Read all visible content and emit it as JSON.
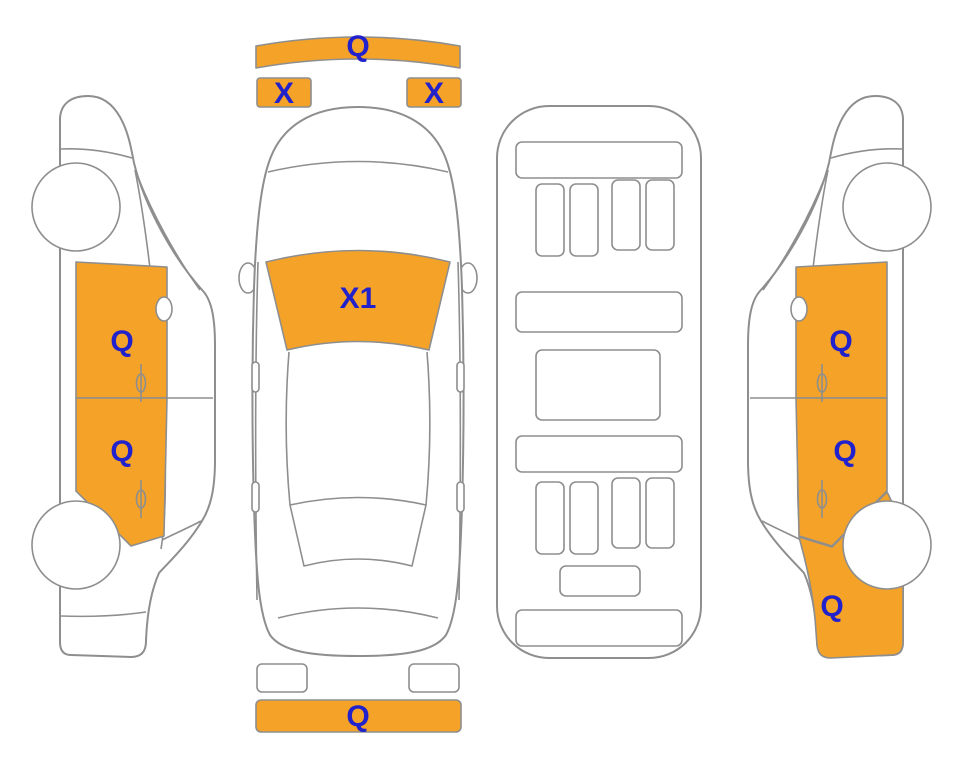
{
  "diagram": {
    "colors": {
      "highlight": "#F4A328",
      "label": "#2222CC",
      "outline": "#8E8E8E",
      "background": "#FFFFFF"
    },
    "zones": {
      "front_bumper": {
        "label": "Q"
      },
      "front_left_corner": {
        "label": "X"
      },
      "front_right_corner": {
        "label": "X"
      },
      "windshield": {
        "label": "X1"
      },
      "left_front_door": {
        "label": "Q"
      },
      "left_rear_door": {
        "label": "Q"
      },
      "right_front_door": {
        "label": "Q"
      },
      "right_rear_door": {
        "label": "Q"
      },
      "right_rear_quarter": {
        "label": "Q"
      },
      "rear_bumper": {
        "label": "Q"
      }
    }
  }
}
